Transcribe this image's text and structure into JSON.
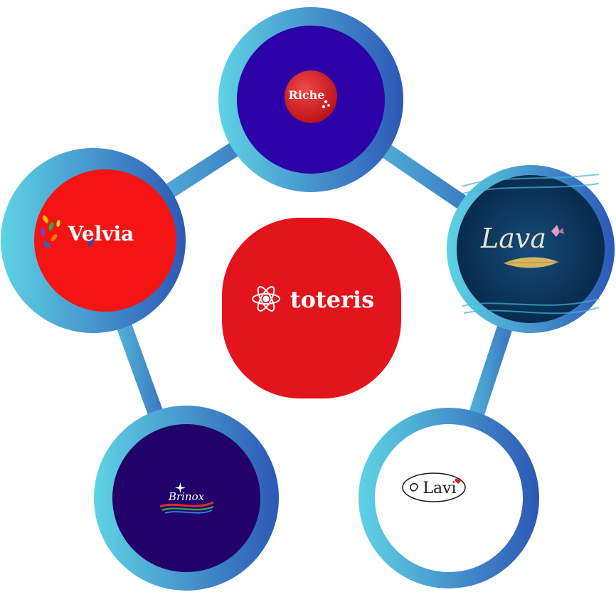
{
  "center": {
    "brand": "toteris",
    "icon": "atom-icon",
    "fill": "#E3141B"
  },
  "nodes": [
    {
      "id": "riche",
      "brand": "Riche",
      "fill": "#2D01A8",
      "logo_fill": "#D81A1E",
      "icon": "droplets-icon"
    },
    {
      "id": "lava",
      "brand": "Lava",
      "fill": "#0C2E55",
      "logo_color": "#E9E2C8",
      "icon": "feather-butterfly-icon"
    },
    {
      "id": "lavi",
      "brand": "Lavi",
      "fill": "#FFFFFF",
      "logo_color": "#1A1A1A",
      "icon": "swan-heart-icon"
    },
    {
      "id": "brinox",
      "brand": "Brinox",
      "fill": "#22026A",
      "logo_color": "#FFFFFF",
      "icon": "star-wave-icon"
    },
    {
      "id": "velvia",
      "brand": "Velvia",
      "fill": "#F51414",
      "logo_color": "#FFFFFF",
      "icon": "leaves-icon"
    }
  ],
  "colors": {
    "ring_light": "#5FD3E4",
    "ring_dark": "#2D58B6",
    "connector": "#3F9BD2"
  }
}
